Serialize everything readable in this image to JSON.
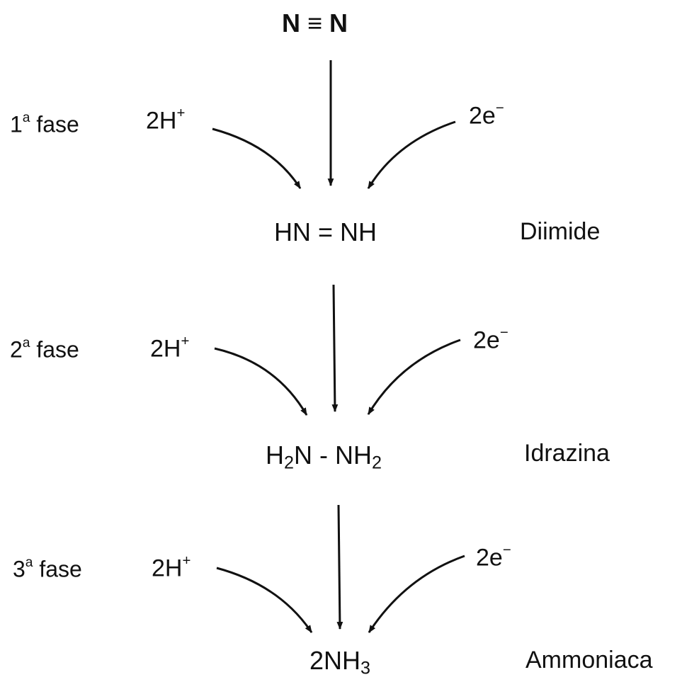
{
  "molecules": {
    "n2": "N ≡ N",
    "diimide": "HN = NH",
    "hydrazine": {
      "a": "H",
      "a_sub": "2",
      "b": "N - NH",
      "b_sub": "2"
    },
    "ammonia": {
      "a": "2NH",
      "a_sub": "3"
    }
  },
  "names": {
    "diimide": "Diimide",
    "hydrazine": "Idrazina",
    "ammonia": "Ammoniaca"
  },
  "phases": [
    {
      "num": "1",
      "sup": "a",
      "word": " fase",
      "proton": {
        "base": "2H",
        "sup": "+"
      },
      "electron": {
        "base": "2e",
        "sup": "−"
      }
    },
    {
      "num": "2",
      "sup": "a",
      "word": " fase",
      "proton": {
        "base": "2H",
        "sup": "+"
      },
      "electron": {
        "base": "2e",
        "sup": "−"
      }
    },
    {
      "num": "3",
      "sup": "a",
      "word": " fase",
      "proton": {
        "base": "2H",
        "sup": "+"
      },
      "electron": {
        "base": "2e",
        "sup": "−"
      }
    }
  ],
  "colors": {
    "ink": "#111111",
    "background": "#ffffff"
  }
}
